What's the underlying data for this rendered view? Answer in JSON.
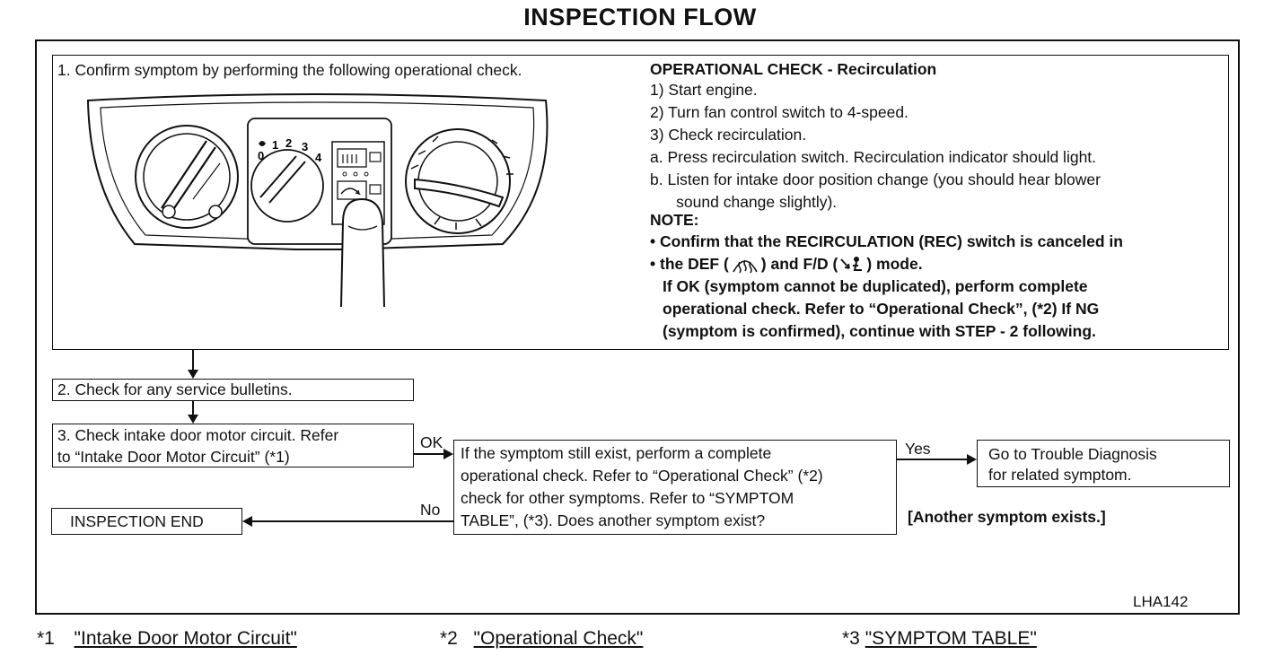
{
  "title": "INSPECTION FLOW",
  "step1": {
    "heading": "1.  Confirm symptom by performing the following operational check.",
    "op_title": "OPERATIONAL CHECK - Recirculation",
    "items": [
      "1)  Start engine.",
      "2)  Turn fan control switch to 4-speed.",
      "3)  Check recirculation.",
      "a.  Press recirculation switch. Recirculation indicator should light.",
      "b.  Listen for intake door position change (you should hear blower",
      "      sound change slightly)."
    ],
    "note_label": "NOTE:",
    "note_1": "• Confirm that the RECIRCULATION (REC) switch is canceled in",
    "note_2a": "• the DEF (",
    "note_2b": ") and F/D (",
    "note_2c": ") mode.",
    "note_3": "If OK (symptom cannot be duplicated), perform complete",
    "note_4": "operational check. Refer to “Operational Check”, (*2) If NG",
    "note_5": "(symptom is confirmed), continue with STEP - 2 following.",
    "panel_fan_labels": [
      "0",
      "1",
      "2",
      "3",
      "4"
    ]
  },
  "step2": "2.  Check for any service bulletins.",
  "step3": [
    "3.  Check intake door motor circuit. Refer",
    "to “Intake Door Motor Circuit” (*1)"
  ],
  "ok_label": "OK",
  "decision": [
    "If the symptom still exist, perform a complete",
    "operational check. Refer to “Operational Check” (*2)",
    "check for other symptoms. Refer to “SYMPTOM",
    "TABLE”, (*3). Does another symptom exist?"
  ],
  "yes_label": "Yes",
  "no_label": "No",
  "trouble": [
    "Go to Trouble Diagnosis",
    "for related symptom."
  ],
  "end_label": "INSPECTION END",
  "another": "[Another symptom exists.]",
  "figure_code": "LHA142",
  "footnotes": [
    {
      "mark": "*1",
      "link": "\"Intake Door Motor Circuit\""
    },
    {
      "mark": "*2",
      "link": "\"Operational Check\""
    },
    {
      "mark": "*3",
      "link": "\"SYMPTOM TABLE\""
    }
  ]
}
